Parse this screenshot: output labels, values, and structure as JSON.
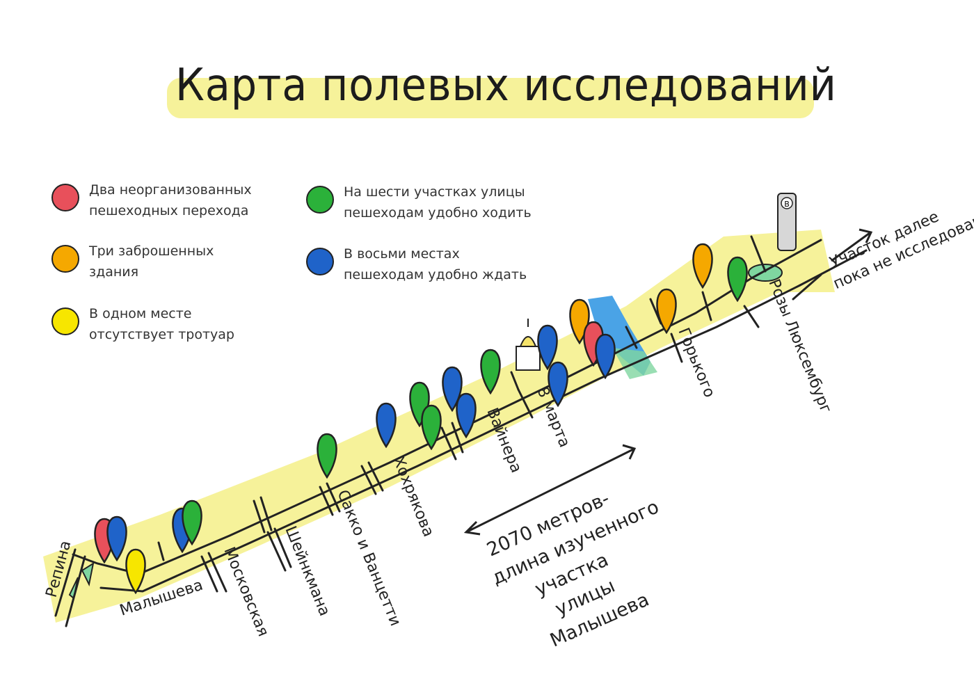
{
  "title": "Карта полевых исследований",
  "colors": {
    "red": "#e8505b",
    "orange": "#f5a800",
    "yellow": "#f7e600",
    "green": "#2bb13a",
    "blue": "#1f63c9",
    "highlight": "#f6f29a",
    "park": "#7fd6a0",
    "water": "#4aa3e6"
  },
  "legend": [
    {
      "color": "red",
      "text": "Два неорганизованных\nпешеходных перехода"
    },
    {
      "color": "orange",
      "text": "Три заброшенных\nздания"
    },
    {
      "color": "yellow",
      "text": "В одном месте\nотсутствует тротуар"
    },
    {
      "color": "green",
      "text": "На шести участках улицы\nпешеходам удобно ходить"
    },
    {
      "color": "blue",
      "text": "В восьми местах\nпешеходам удобно ждать"
    }
  ],
  "streets": {
    "repina": "Репина",
    "malysheva": "Малышева",
    "moskovskaya": "Московская",
    "sheinkmana": "Шейнкмана",
    "sacco": "Сакко и Ванцетти",
    "khokhryakova": "Хохрякова",
    "vainera": "Вайнера",
    "march8": "8 марта",
    "gorkogo": "Горького",
    "luxemburg": "Розы Люксембург"
  },
  "not_studied": [
    "Участок далее",
    "пока не исследован"
  ],
  "distance_note": [
    "2070 метров-",
    "длина изученного",
    "участка",
    "улицы",
    "Малышева"
  ],
  "tower_label": "B",
  "pins": [
    "red",
    "blue",
    "yellow",
    "blue",
    "green",
    "green",
    "blue",
    "green",
    "green",
    "blue",
    "blue",
    "green",
    "blue",
    "blue",
    "orange",
    "red",
    "blue",
    "orange",
    "orange",
    "green"
  ]
}
